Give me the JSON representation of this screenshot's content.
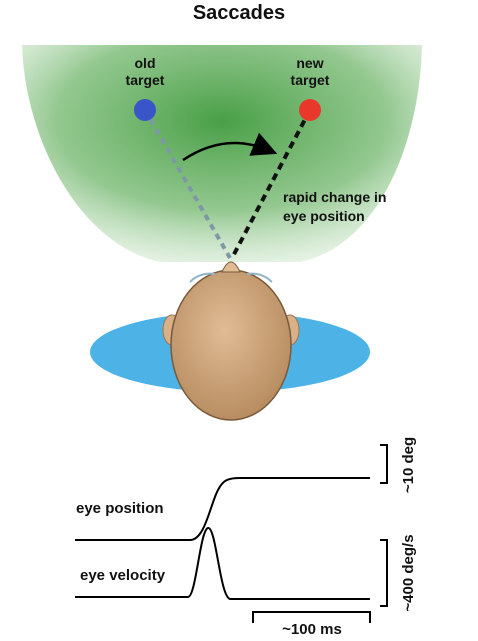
{
  "title": "Saccades",
  "targets": {
    "old": {
      "line1": "old",
      "line2": "target",
      "color": "#3a55c8"
    },
    "new": {
      "line1": "new",
      "line2": "target",
      "color": "#e8382c"
    }
  },
  "annotation": {
    "line1": "rapid change in",
    "line2": "eye position"
  },
  "traces": {
    "position_label": "eye position",
    "velocity_label": "eye velocity"
  },
  "scale_bars": {
    "position": "~10 deg",
    "velocity": "~400 deg/s",
    "time": "~100 ms"
  },
  "colors": {
    "visual_field": "#3f9a3c",
    "head": "#c49a70",
    "shoulders": "#4db3e6",
    "trace": "#000000"
  }
}
